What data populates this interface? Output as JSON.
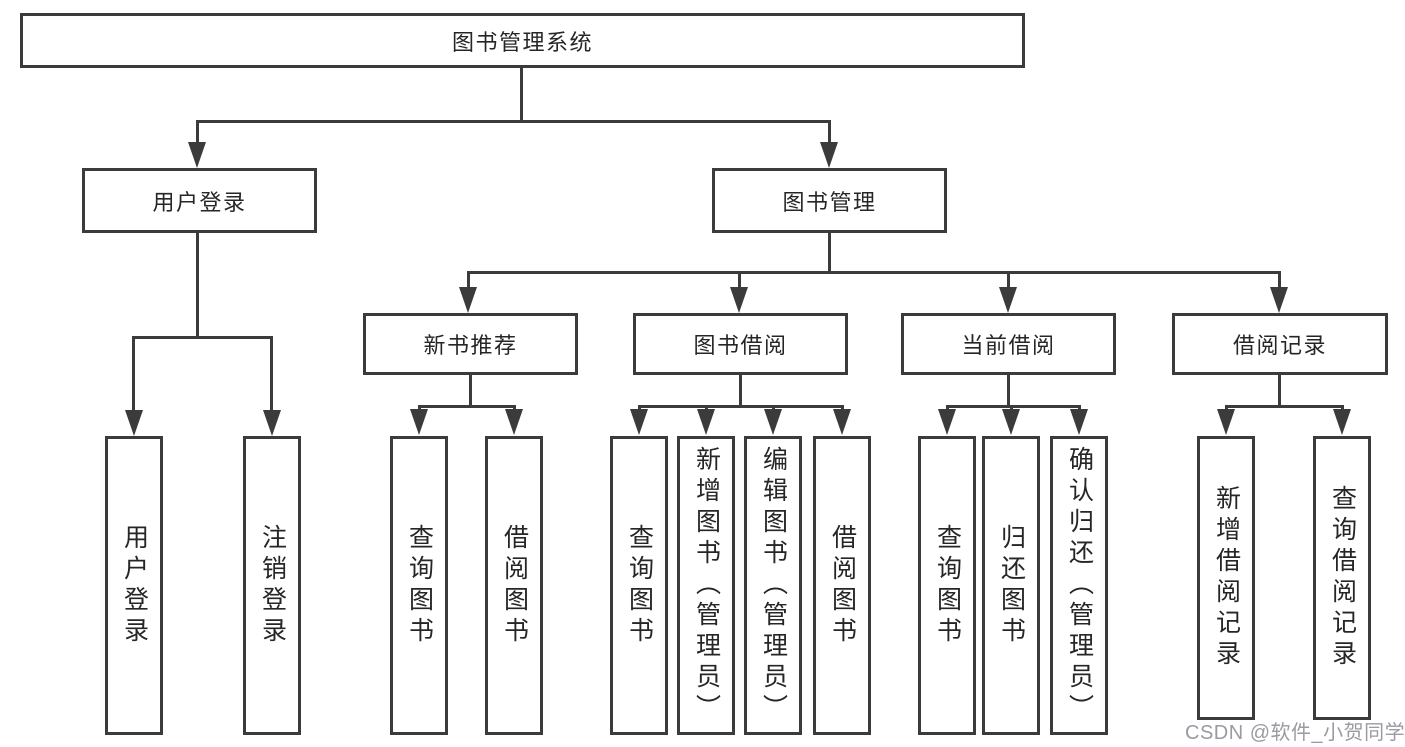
{
  "colors": {
    "line": "#3b3b3b",
    "text": "#262626",
    "watermark": "#9a9aa2",
    "background": "#ffffff"
  },
  "nodes": {
    "root": {
      "label": "图书管理系统"
    },
    "userLogin": {
      "label": "用户登录"
    },
    "bookMgmt": {
      "label": "图书管理"
    },
    "newBookRec": {
      "label": "新书推荐"
    },
    "bookBorrow": {
      "label": "图书借阅"
    },
    "currentBorrow": {
      "label": "当前借阅"
    },
    "borrowRecords": {
      "label": "借阅记录"
    },
    "leafUserLogin": {
      "label": "用户登录"
    },
    "leafLogout": {
      "label": "注销登录"
    },
    "leafNbQuery": {
      "label": "查询图书"
    },
    "leafNbBorrow": {
      "label": "借阅图书"
    },
    "leafBbQuery": {
      "label": "查询图书"
    },
    "leafBbAdd": {
      "label": "新增图书（管理员）"
    },
    "leafBbEdit": {
      "label": "编辑图书（管理员）"
    },
    "leafBbBorrow": {
      "label": "借阅图书"
    },
    "leafCbQuery": {
      "label": "查询图书"
    },
    "leafCbReturn": {
      "label": "归还图书"
    },
    "leafCbConfirm": {
      "label": "确认归还（管理员）"
    },
    "leafBrAdd": {
      "label": "新增借阅记录"
    },
    "leafBrQuery": {
      "label": "查询借阅记录"
    }
  },
  "watermark": {
    "text": "CSDN @软件_小贺同学"
  }
}
